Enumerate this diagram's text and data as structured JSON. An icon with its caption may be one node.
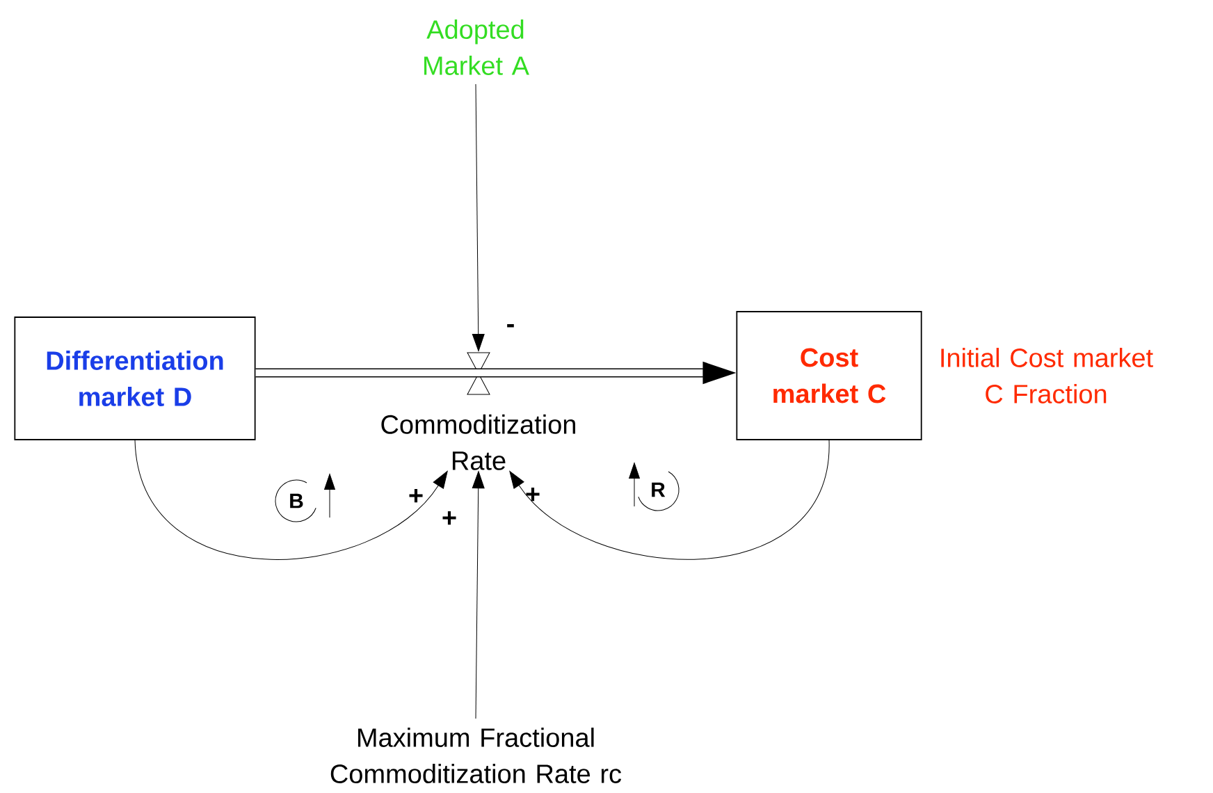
{
  "diagram": {
    "nodes": [
      {
        "text": [
          "Differentiation market D"
        ]
      },
      {
        "text": [
          "Cost market C"
        ]
      },
      {
        "text": [
          "Commoditization Rate"
        ]
      },
      {
        "text": [
          "Adopted Market A"
        ]
      },
      {
        "text": [
          "Maximum Fractional Commoditization Rate rc"
        ]
      }
    ],
    "edges": [
      {
        "from": 0,
        "to": 1,
        "arrow": "to",
        "style": "thick"
      },
      {
        "from": 3,
        "to": 2,
        "arrow": "to",
        "label": "-"
      },
      {
        "from": 0,
        "to": 2,
        "arrow": "to",
        "label": "+"
      },
      {
        "from": 4,
        "to": 2,
        "arrow": "to",
        "label": "+"
      },
      {
        "from": 1,
        "to": 2,
        "arrow": "to",
        "label": "+"
      }
    ],
    "labels": [
      "B",
      "R",
      "Initial Cost market C Fraction"
    ]
  }
}
